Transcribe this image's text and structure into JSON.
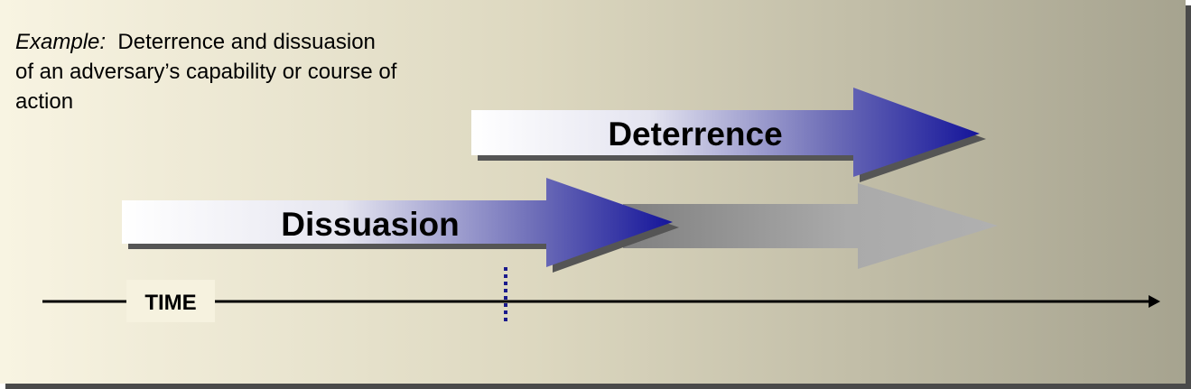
{
  "caption": {
    "lead": "Example:",
    "text": "Deterrence and dissuasion",
    "line2": "of an adversary’s capability or course of",
    "line3": "action"
  },
  "arrows": {
    "deterrence": "Deterrence",
    "dissuasion": "Dissuasion"
  },
  "timeline": {
    "label": "TIME"
  },
  "colors": {
    "arrow_blue": "#1a1a9a",
    "marker": "#1a1a8c",
    "ghost": "#a8a8a8"
  }
}
